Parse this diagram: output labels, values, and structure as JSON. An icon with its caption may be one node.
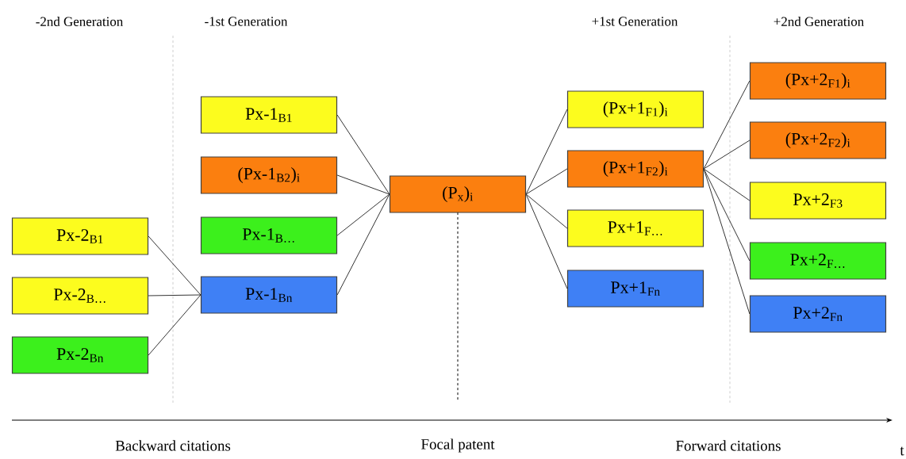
{
  "diagram": {
    "nodes": [
      {
        "text": [
          "Px-2$_{B1}$"
        ]
      },
      {
        "text": [
          "Px-2$_{B…}$"
        ]
      },
      {
        "text": [
          "Px-2$_{Bn}$"
        ]
      },
      {
        "text": [
          "Px-1$_{B1}$"
        ]
      },
      {
        "text": [
          "(Px-1$_{B2}$)$_{i}$"
        ]
      },
      {
        "text": [
          "Px-1$_{B…}$"
        ]
      },
      {
        "text": [
          "Px-1$_{Bn}$"
        ]
      },
      {
        "text": [
          "(P$_{x}$)$_{i}$"
        ]
      },
      {
        "text": [
          "(Px+1$_{F1}$)$_{i}$"
        ]
      },
      {
        "text": [
          "(Px+1$_{F2}$)$_{i}$"
        ]
      },
      {
        "text": [
          "Px+1$_{F…}$"
        ]
      },
      {
        "text": [
          "Px+1$_{Fn}$"
        ]
      },
      {
        "text": [
          "(Px+2$_{F1}$)$_{i}$"
        ]
      },
      {
        "text": [
          "(Px+2$_{F2}$)$_{i}$"
        ]
      },
      {
        "text": [
          "Px+2$_{F3}$"
        ]
      },
      {
        "text": [
          "Px+2$_{F…}$"
        ]
      },
      {
        "text": [
          "Px+2$_{Fn}$"
        ]
      }
    ],
    "edges": [
      {
        "from": 0,
        "to": 6,
        "arrow": "none"
      },
      {
        "from": 1,
        "to": 6,
        "arrow": "none"
      },
      {
        "from": 2,
        "to": 6,
        "arrow": "none"
      },
      {
        "from": 3,
        "to": 7,
        "arrow": "none"
      },
      {
        "from": 4,
        "to": 7,
        "arrow": "none"
      },
      {
        "from": 5,
        "to": 7,
        "arrow": "none"
      },
      {
        "from": 6,
        "to": 7,
        "arrow": "none"
      },
      {
        "from": 7,
        "to": 8,
        "arrow": "none"
      },
      {
        "from": 7,
        "to": 9,
        "arrow": "none"
      },
      {
        "from": 7,
        "to": 10,
        "arrow": "none"
      },
      {
        "from": 7,
        "to": 11,
        "arrow": "none"
      },
      {
        "from": 9,
        "to": 12,
        "arrow": "none"
      },
      {
        "from": 9,
        "to": 13,
        "arrow": "none"
      },
      {
        "from": 9,
        "to": 14,
        "arrow": "none"
      },
      {
        "from": 9,
        "to": 15,
        "arrow": "none"
      },
      {
        "from": 9,
        "to": 16,
        "arrow": "none"
      }
    ],
    "labels": [
      "-2nd Generation",
      "-1st Generation",
      "+1st Generation",
      "+2nd Generation",
      "Backward citations",
      "Focal patent",
      "Forward citations",
      "t"
    ]
  }
}
